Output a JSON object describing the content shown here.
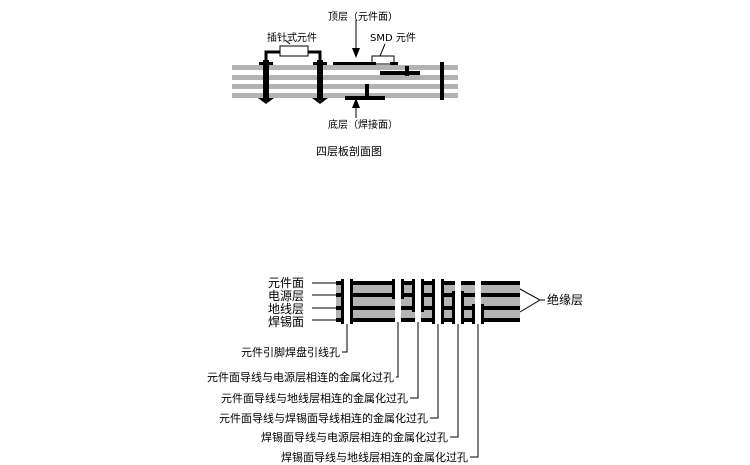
{
  "top_diagram": {
    "label_top_layer": "顶层（元件面）",
    "label_through_hole": "插针式元件",
    "label_smd": "SMD 元件",
    "label_bottom_layer": "底层（焊接面）",
    "caption": "四层板剖面图"
  },
  "bottom_diagram": {
    "layer_labels": [
      "元件面",
      "电源层",
      "地线层",
      "焊锡面"
    ],
    "insulation_label": "绝缘层",
    "via_labels": [
      "元件引脚焊盘引线孔",
      "元件面导线与电源层相连的金属化过孔",
      "元件面导线与地线层相连的金属化过孔",
      "元件面导线与焊锡面导线相连的金属化过孔",
      "焊锡面导线与电源层相连的金属化过孔",
      "焊锡面导线与地线层相连的金属化过孔"
    ]
  }
}
